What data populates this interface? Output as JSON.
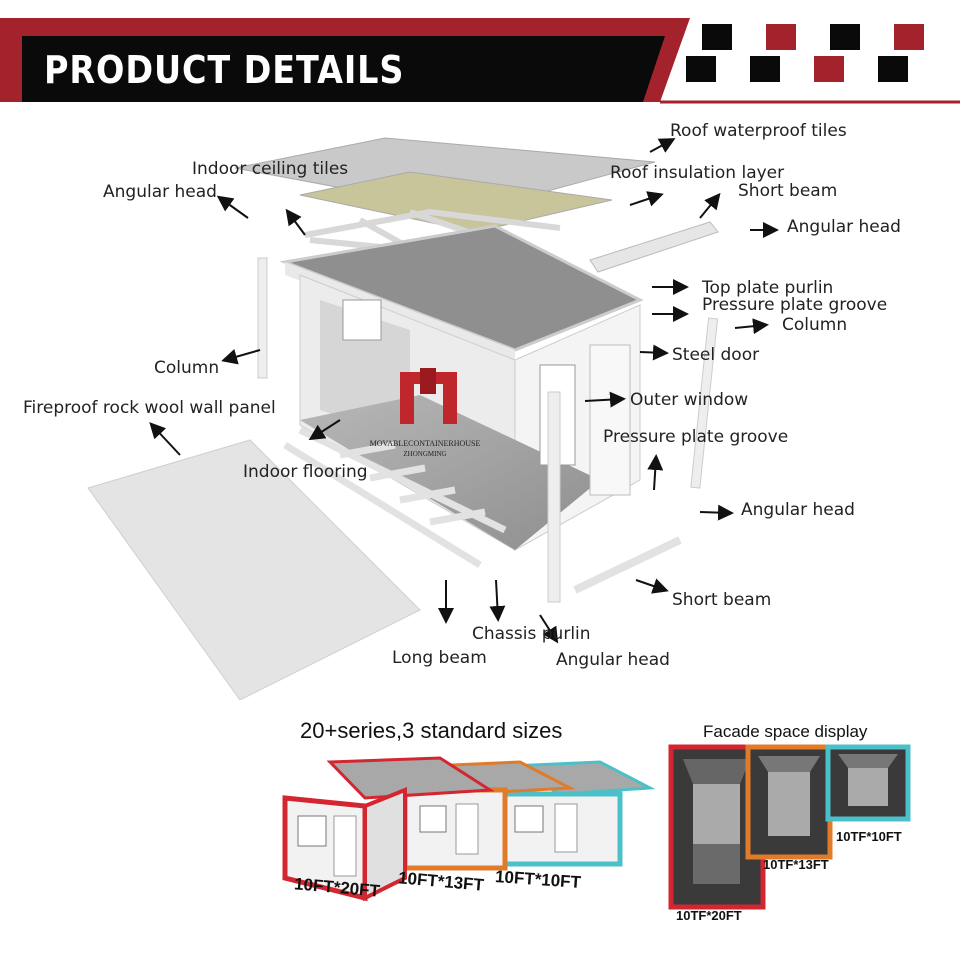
{
  "header": {
    "title": "PRODUCT DETAILS"
  },
  "logo": {
    "text_line1": "MOVABLECONTAINERHOUSE",
    "text_line2": "ZHONGMING",
    "color": "#c0272d"
  },
  "colors": {
    "accent_red": "#a3222c",
    "banner_black": "#0a0a0a",
    "orange": "#e07b2a",
    "teal": "#4cc0c9",
    "red_frame": "#d32630"
  },
  "labels": {
    "roof_waterproof_tiles": "Roof waterproof tiles",
    "indoor_ceiling_tiles": "Indoor ceiling tiles",
    "roof_insulation_layer": "Roof insulation layer",
    "angular_head_1": "Angular head",
    "short_beam_1": "Short beam",
    "angular_head_2": "Angular head",
    "top_plate_purlin": "Top plate purlin",
    "pressure_plate_groove_1": "Pressure plate groove",
    "column_1": "Column",
    "column_2": "Column",
    "steel_door": "Steel door",
    "outer_window": "Outer window",
    "fireproof_panel": "Fireproof rock wool wall panel",
    "pressure_plate_groove_2": "Pressure plate groove",
    "indoor_flooring": "Indoor flooring",
    "angular_head_3": "Angular head",
    "short_beam_2": "Short beam",
    "chassis_purlin": "Chassis purlin",
    "long_beam": "Long beam",
    "angular_head_4": "Angular head"
  },
  "sizes": {
    "heading": "20+series,3 standard sizes",
    "items": [
      "10FT*20FT",
      "10FT*13FT",
      "10FT*10FT"
    ]
  },
  "facade": {
    "heading": "Facade space display",
    "items": [
      "10TF*10FT",
      "10TF*13FT",
      "10TF*20FT"
    ]
  }
}
